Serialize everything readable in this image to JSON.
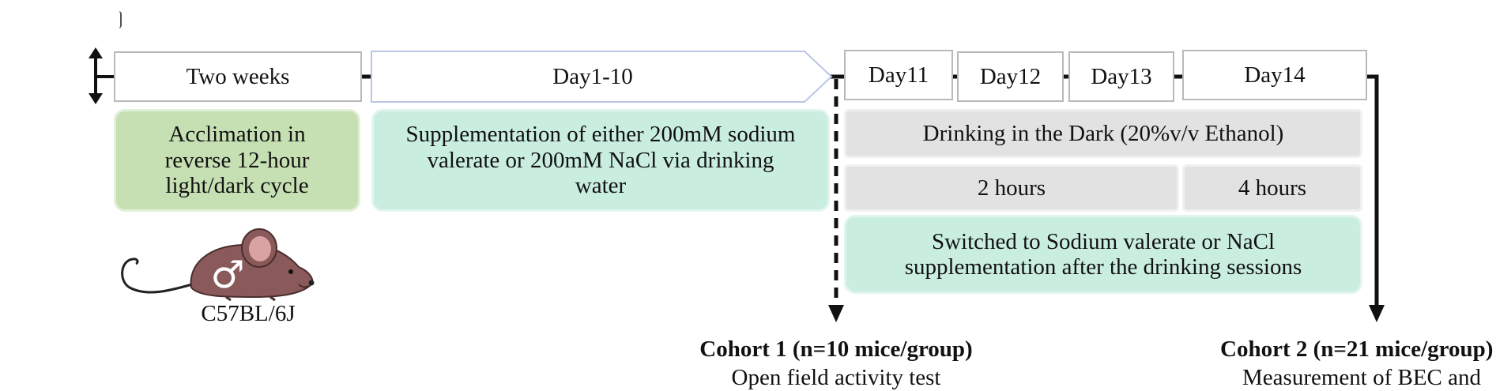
{
  "timeline": {
    "two_weeks": "Two weeks",
    "day1_10": "Day1-10",
    "day11": "Day11",
    "day12": "Day12",
    "day13": "Day13",
    "day14": "Day14"
  },
  "phases": {
    "acclimation": "Acclimation in reverse 12-hour light/dark cycle",
    "supplementation": "Supplementation of either 200mM sodium valerate or 200mM NaCl via drinking water",
    "drinking": "Drinking in the Dark (20%v/v Ethanol)",
    "two_hours": "2 hours",
    "four_hours": "4 hours",
    "switched": "Switched to Sodium valerate or NaCl supplementation after the drinking sessions"
  },
  "mouse": {
    "strain": "C57BL/6J",
    "sex_symbol": "♂"
  },
  "cohorts": {
    "cohort1_title": "Cohort 1 (n=10 mice/group)",
    "cohort1_test": "Open field activity test",
    "cohort2_title": "Cohort 2 (n=21 mice/group)",
    "cohort2_test": "Measurement of BEC and"
  },
  "colors": {
    "green": "#c6e0b4",
    "teal": "#c9eee0",
    "grey": "#e2e2e2",
    "mouse_brown": "#8a5a5a",
    "ear_pink": "#d9a3a3"
  }
}
